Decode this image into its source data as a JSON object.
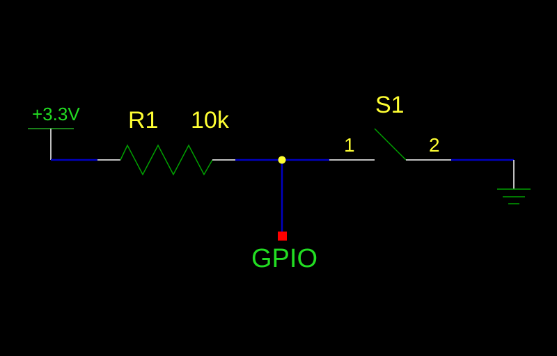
{
  "schematic": {
    "power": {
      "label": "+3.3V"
    },
    "resistor": {
      "ref": "R1",
      "value": "10k"
    },
    "switch": {
      "ref": "S1",
      "pin1": "1",
      "pin2": "2"
    },
    "gpio": {
      "label": "GPIO"
    },
    "colors": {
      "background": "#000000",
      "wire": "#0000c0",
      "component": "#00a000",
      "pin_lead": "#ffffff",
      "label_yellow": "#ffff33",
      "label_green": "#22dd22",
      "junction": "#ffff33",
      "pin_marker": "#ff0000"
    }
  }
}
